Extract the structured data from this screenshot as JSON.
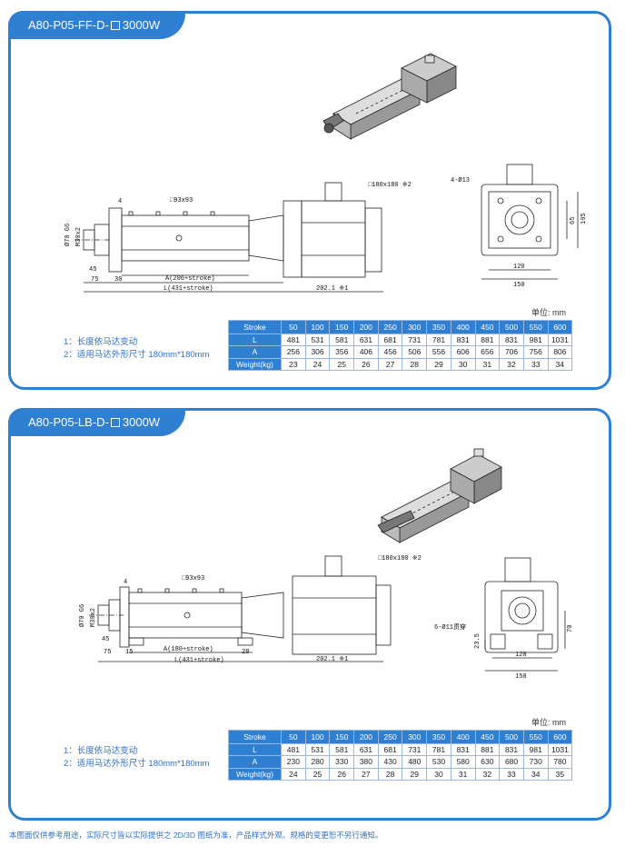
{
  "sections": [
    {
      "title_prefix": "A80-P05-FF-D-",
      "title_suffix": "3000W",
      "dims": {
        "side": {
          "motor_square": "□180x180 ※2",
          "body_square": "□93x93",
          "dia70": "Ø70 G6",
          "m30": "M30x2",
          "d45": "45",
          "d75": "75",
          "d30": "30",
          "d4": "4",
          "a_len": "A(206+stroke)",
          "l_len": "L(431+stroke)",
          "motor_len": "202.1 ※1"
        },
        "end": {
          "holes": "4-Ø13",
          "w120": "120",
          "w150": "150",
          "h65": "65",
          "h105": "105"
        }
      },
      "unit_label": "单位: mm",
      "notes": [
        "1：长度依马达变动",
        "2：适用马达外形尺寸 180mm*180mm"
      ],
      "table": {
        "header": [
          "Stroke",
          "50",
          "100",
          "150",
          "200",
          "250",
          "300",
          "350",
          "400",
          "450",
          "500",
          "550",
          "600"
        ],
        "rows": [
          [
            "L",
            "481",
            "531",
            "581",
            "631",
            "681",
            "731",
            "781",
            "831",
            "881",
            "831",
            "981",
            "1031"
          ],
          [
            "A",
            "256",
            "306",
            "356",
            "406",
            "456",
            "506",
            "556",
            "606",
            "656",
            "706",
            "756",
            "806"
          ],
          [
            "Weight(kg)",
            "23",
            "24",
            "25",
            "26",
            "27",
            "28",
            "29",
            "30",
            "31",
            "32",
            "33",
            "34"
          ]
        ]
      }
    },
    {
      "title_prefix": "A80-P05-LB-D-",
      "title_suffix": "3000W",
      "dims": {
        "side": {
          "motor_square": "□180x180 ※2",
          "body_square": "□93x93",
          "dia70": "Ø70 G6",
          "m30": "M30x2",
          "d45": "45",
          "d75": "75",
          "d15": "15",
          "d28": "28",
          "d4": "4",
          "a_len": "A(180+stroke)",
          "l_len": "L(431+stroke)",
          "motor_len": "202.1 ※1"
        },
        "end": {
          "holes": "6-Ø11贯穿",
          "w120": "120",
          "w150": "150",
          "h70": "70",
          "h235": "23.5"
        }
      },
      "unit_label": "单位: mm",
      "notes": [
        "1：长度依马达变动",
        "2：适用马达外形尺寸 180mm*180mm"
      ],
      "table": {
        "header": [
          "Stroke",
          "50",
          "100",
          "150",
          "200",
          "250",
          "300",
          "350",
          "400",
          "450",
          "500",
          "550",
          "600"
        ],
        "rows": [
          [
            "L",
            "481",
            "531",
            "581",
            "631",
            "681",
            "731",
            "781",
            "831",
            "881",
            "831",
            "981",
            "1031"
          ],
          [
            "A",
            "230",
            "280",
            "330",
            "380",
            "430",
            "480",
            "530",
            "580",
            "630",
            "680",
            "730",
            "780"
          ],
          [
            "Weight(kg)",
            "24",
            "25",
            "26",
            "27",
            "28",
            "29",
            "30",
            "31",
            "32",
            "33",
            "34",
            "35"
          ]
        ]
      }
    }
  ],
  "footer": "本图面仅供参考用途，实际尺寸皆以实际提供之 2D/3D 图纸为准，产品样式外观、规格的变更恕不另行通知。"
}
